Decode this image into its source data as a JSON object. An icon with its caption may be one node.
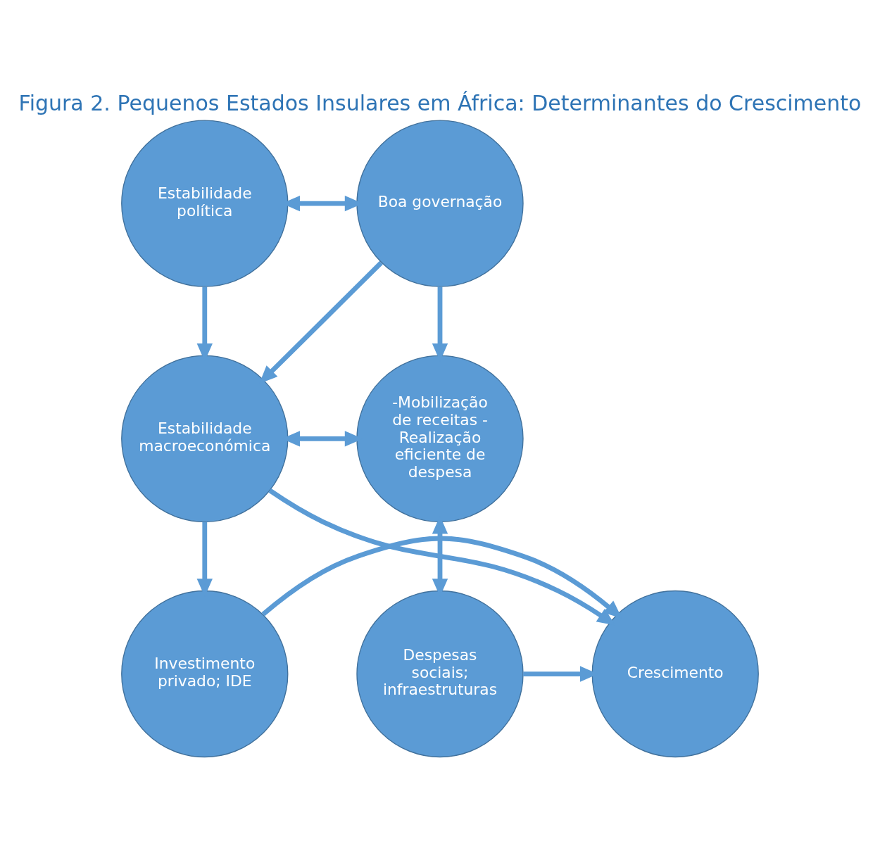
{
  "diagram": {
    "title": "Figura 2. Pequenos Estados Insulares em África: Determinantes do Crescimento",
    "nodes": [
      {
        "text": [
          "Estabilidade política"
        ]
      },
      {
        "text": [
          "Boa governação"
        ]
      },
      {
        "text": [
          "Estabilidade macroeconómica"
        ]
      },
      {
        "text": [
          "-Mobilização de receitas - Realização eficiente de despesa"
        ]
      },
      {
        "text": [
          "Investimento privado; IDE"
        ]
      },
      {
        "text": [
          "Crescimento"
        ]
      },
      {
        "text": [
          "Despesas sociais; infraestruturas"
        ]
      }
    ],
    "edges": [
      {
        "from": 0,
        "to": 1,
        "arrow": "both"
      },
      {
        "from": 0,
        "to": 2,
        "arrow": "to"
      },
      {
        "from": 1,
        "to": 2,
        "arrow": "to"
      },
      {
        "from": 1,
        "to": 3,
        "arrow": "to"
      },
      {
        "from": 2,
        "to": 3,
        "arrow": "both"
      },
      {
        "from": 2,
        "to": 4,
        "arrow": "to"
      },
      {
        "from": 2,
        "to": 5,
        "arrow": "to"
      },
      {
        "from": 3,
        "to": 6,
        "arrow": "both"
      },
      {
        "from": 4,
        "to": 5,
        "arrow": "to"
      },
      {
        "from": 6,
        "to": 5,
        "arrow": "to"
      }
    ]
  }
}
